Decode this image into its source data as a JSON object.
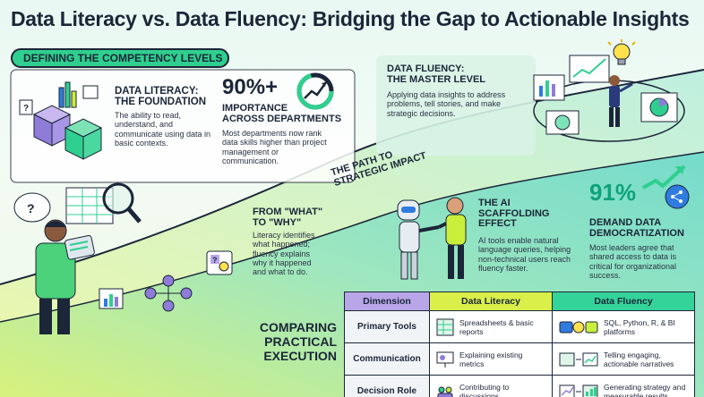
{
  "title": "Data Literacy vs. Data Fluency: Bridging the Gap to Actionable Insights",
  "section_badge": "DEFINING THE COMPETENCY LEVELS",
  "literacy": {
    "heading_line1": "DATA LITERACY:",
    "heading_line2": "THE FOUNDATION",
    "text": "The ability to read, understand, and communicate using data in basic contexts."
  },
  "stat_importance": {
    "value": "90%+",
    "label_line1": "IMPORTANCE",
    "label_line2": "ACROSS DEPARTMENTS",
    "text": "Most departments now rank data skills higher than project management or communication."
  },
  "fluency": {
    "heading_line1": "DATA FLUENCY:",
    "heading_line2": "THE MASTER LEVEL",
    "text": "Applying data insights to address problems, tell stories, and make strategic decisions."
  },
  "path_label_line1": "THE PATH TO",
  "path_label_line2": "STRATEGIC IMPACT",
  "what_why": {
    "heading_line1": "FROM \"WHAT\"",
    "heading_line2": "TO \"WHY\"",
    "text": "Literacy identifies what happened; fluency explains why it happened and what to do."
  },
  "ai": {
    "heading_line1": "THE AI",
    "heading_line2": "SCAFFOLDING",
    "heading_line3": "EFFECT",
    "text": "AI tools enable natural language queries, helping non-technical users reach fluency faster."
  },
  "stat_democratization": {
    "value": "91%",
    "label_line1": "DEMAND DATA",
    "label_line2": "DEMOCRATIZATION",
    "text": "Most leaders agree that shared access to data is critical for organizational success."
  },
  "comparing": {
    "line1": "COMPARING",
    "line2": "PRACTICAL",
    "line3": "EXECUTION"
  },
  "table": {
    "headers": [
      "Dimension",
      "Data Literacy",
      "Data Fluency"
    ],
    "rows": [
      {
        "dimension": "Primary Tools",
        "literacy": "Spreadsheets & basic reports",
        "fluency": "SQL, Python, R, & BI platforms",
        "literacy_icon": "spreadsheet-icon",
        "fluency_icon": "sql-python-bi-icon"
      },
      {
        "dimension": "Communication",
        "literacy": "Explaining existing metrics",
        "fluency": "Telling engaging, actionable narratives",
        "literacy_icon": "presentation-icon",
        "fluency_icon": "story-chart-icon"
      },
      {
        "dimension": "Decision Role",
        "literacy": "Contributing to discussions",
        "fluency": "Generating strategy and measurable results",
        "literacy_icon": "team-discussion-icon",
        "fluency_icon": "strategy-growth-icon"
      }
    ]
  },
  "colors": {
    "dark": "#1b2638",
    "teal": "#0fa27a",
    "green": "#2fcf8f",
    "lime": "#c9ef3a",
    "purple_header": "#b8a6e8",
    "literacy_header": "#d9ef4a",
    "fluency_header": "#34d39a"
  }
}
